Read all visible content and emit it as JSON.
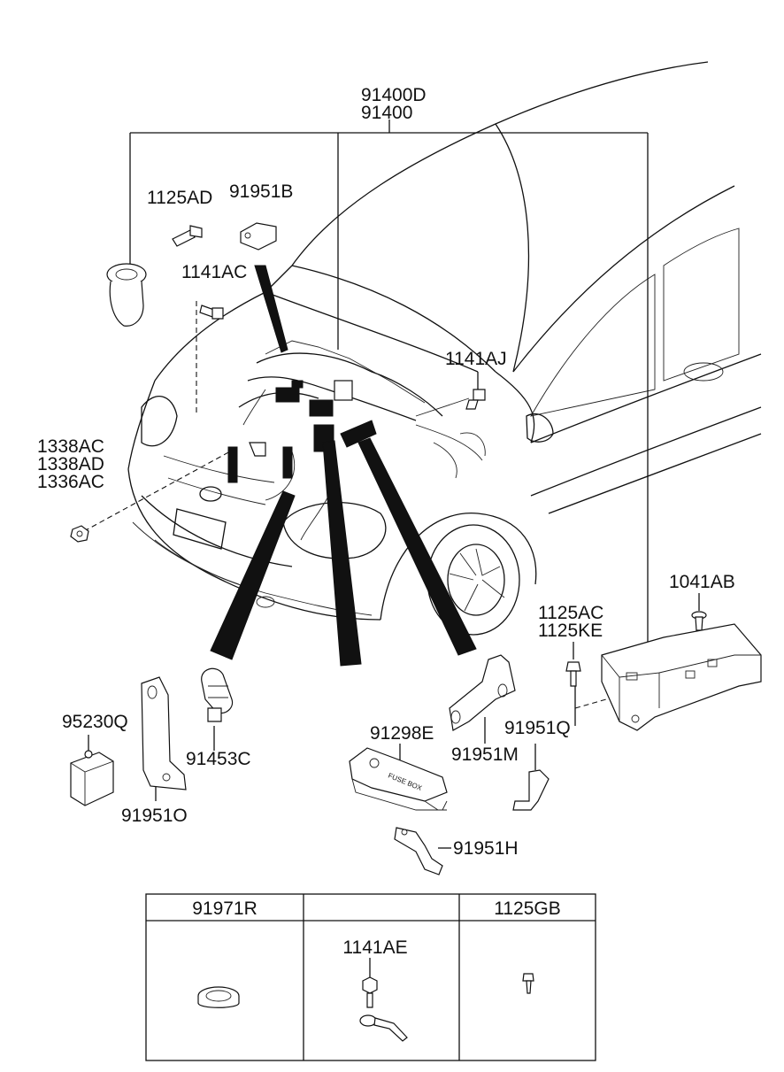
{
  "labels": {
    "harness_1": "91400D",
    "harness_2": "91400",
    "bolt_1125ad": "1125AD",
    "bracket_91951b": "91951B",
    "bolt_1141ac": "1141AC",
    "bolt_1141aj": "1141AJ",
    "nut_1338ac": "1338AC",
    "nut_1338ad": "1338AD",
    "nut_1336ac": "1336AC",
    "bolt_1041ab": "1041AB",
    "bolt_1125ac": "1125AC",
    "bolt_1125ke": "1125KE",
    "bracket_91951q": "91951Q",
    "fuse_box_91298e": "91298E",
    "bracket_91951m": "91951M",
    "relay_95230q": "95230Q",
    "clip_91453c": "91453C",
    "bracket_91951o": "91951O",
    "bracket_91951h": "91951H"
  },
  "fuse_box_text": "FUSE BOX",
  "table": {
    "headers": [
      "91971R",
      "",
      "1125GB"
    ],
    "cell_labels": [
      "",
      "1141AE",
      ""
    ]
  },
  "colors": {
    "line": "#111111",
    "background": "#ffffff"
  }
}
